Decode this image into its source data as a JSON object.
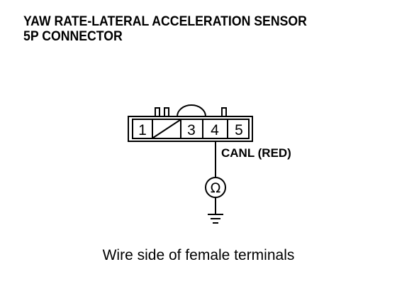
{
  "title": {
    "line1": "YAW RATE-LATERAL ACCELERATION SENSOR",
    "line2": "5P CONNECTOR"
  },
  "connector": {
    "pins": [
      {
        "label": "1",
        "used": true
      },
      {
        "label": "",
        "used": false
      },
      {
        "label": "3",
        "used": true
      },
      {
        "label": "4",
        "used": true
      },
      {
        "label": "5",
        "used": true
      }
    ]
  },
  "wire": {
    "label": "CANL (RED)"
  },
  "meter": {
    "symbol": "Ω"
  },
  "caption": "Wire side of female terminals"
}
